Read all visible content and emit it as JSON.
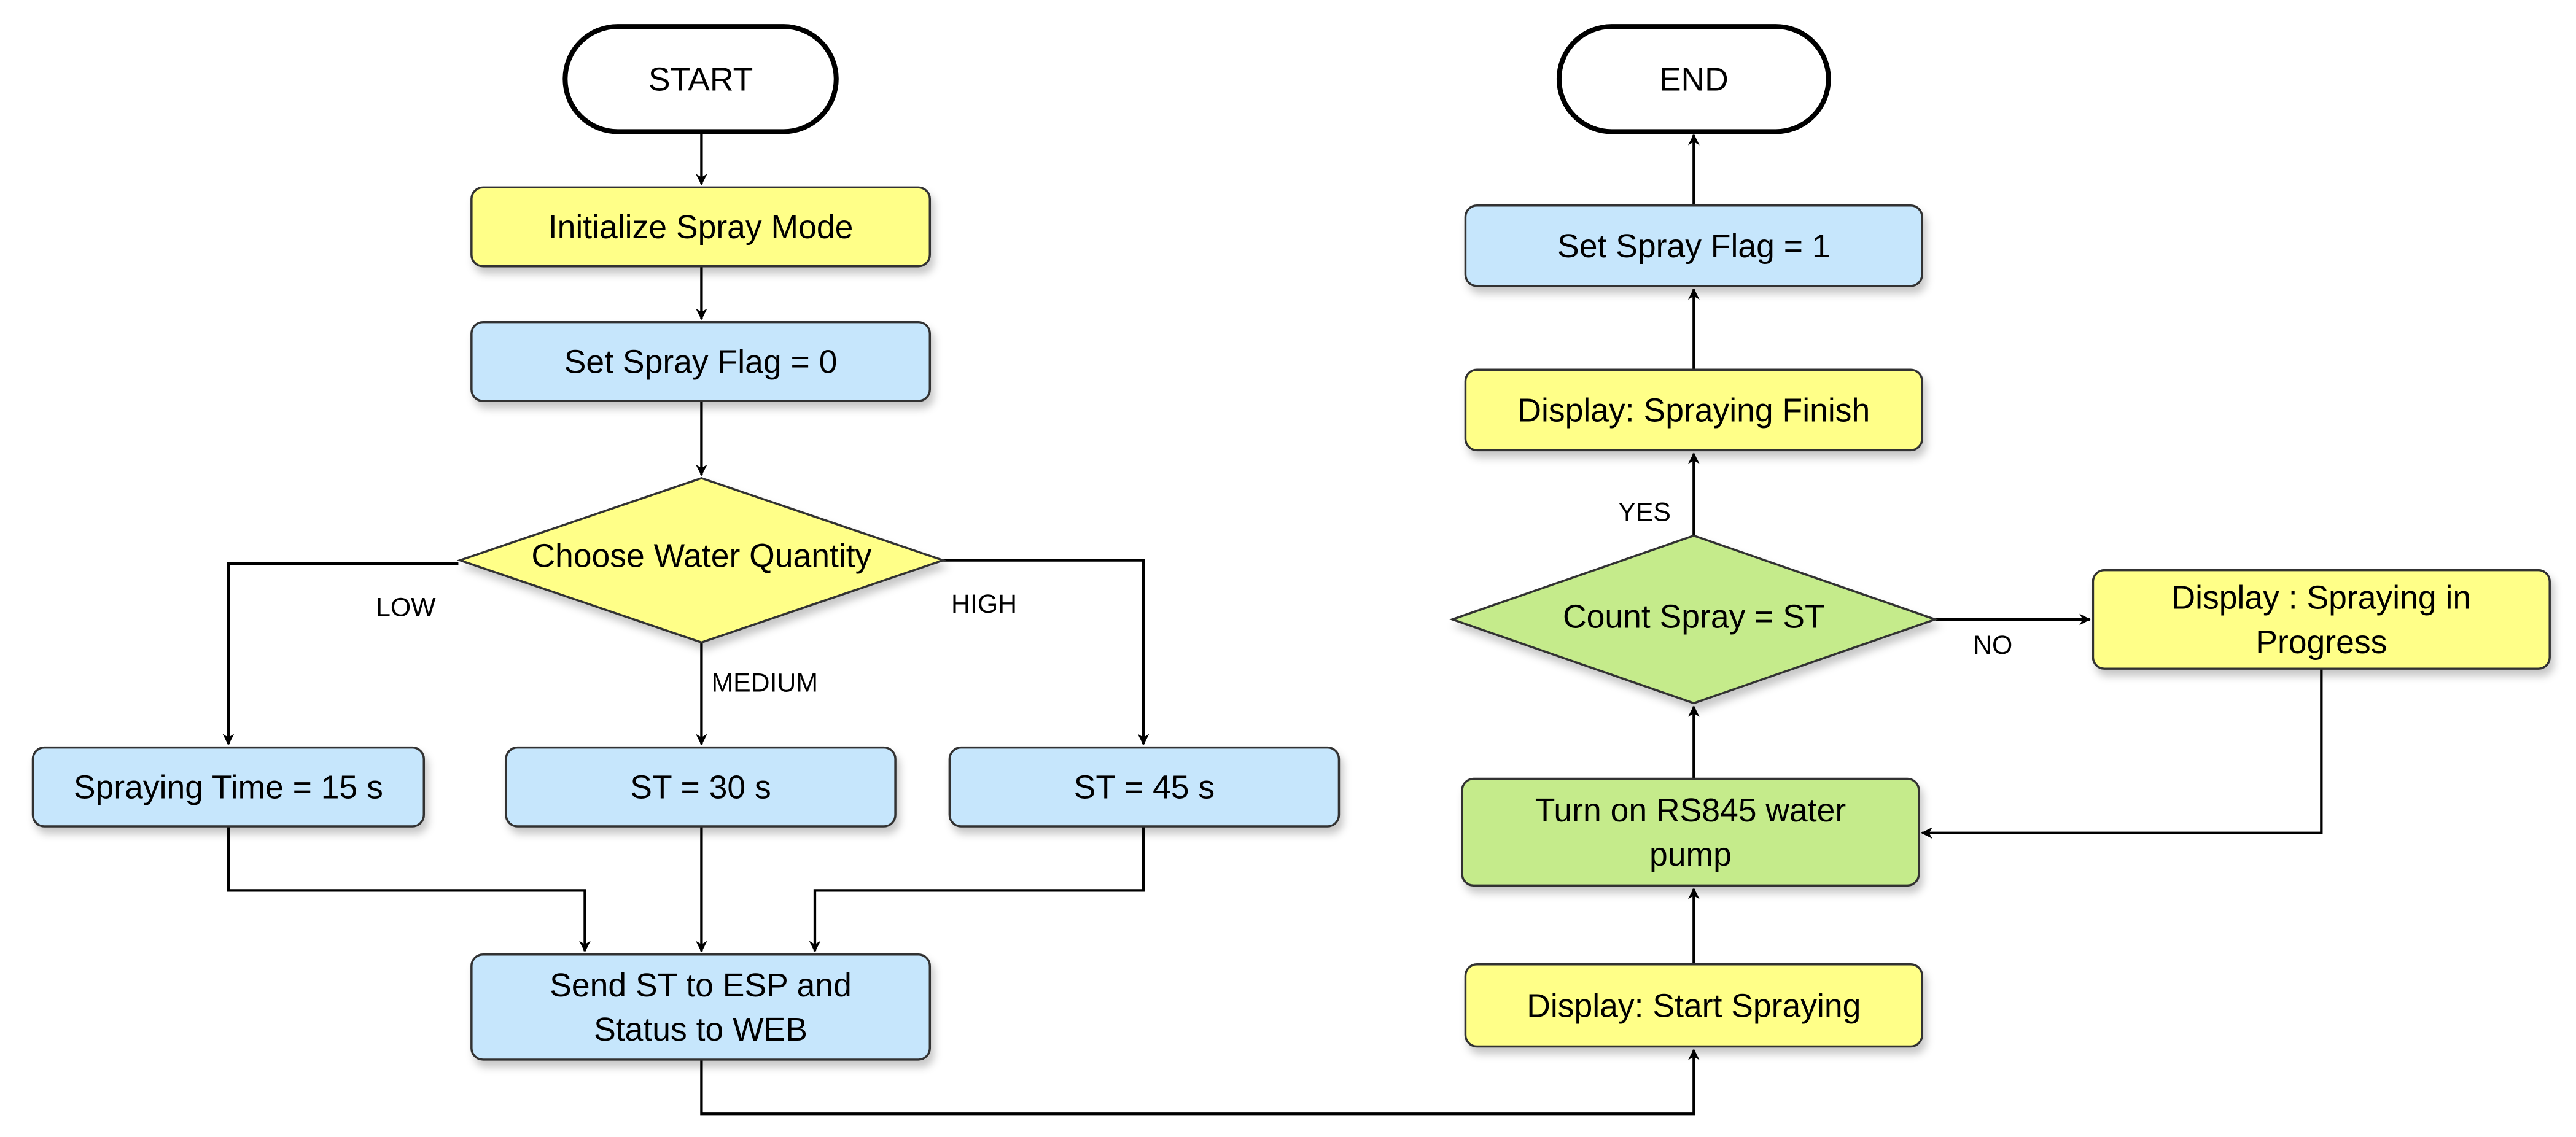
{
  "colors": {
    "yellow": "#FFFF88",
    "blue": "#C6E6FC",
    "green": "#C5EB8B",
    "terminal": "#FFFFFF",
    "line": "#000000"
  },
  "nodes": {
    "start": {
      "lines": [
        "START"
      ],
      "color": "terminal"
    },
    "init": {
      "lines": [
        "Initialize Spray Mode"
      ],
      "color": "yellow"
    },
    "flag0": {
      "lines": [
        "Set Spray Flag = 0"
      ],
      "color": "blue"
    },
    "choose": {
      "lines": [
        "Choose Water Quantity"
      ],
      "color": "yellow"
    },
    "low": {
      "lines": [
        "Spraying Time = 15 s"
      ],
      "color": "blue"
    },
    "medium": {
      "lines": [
        "ST = 30 s"
      ],
      "color": "blue"
    },
    "high": {
      "lines": [
        "ST = 45 s"
      ],
      "color": "blue"
    },
    "send": {
      "lines": [
        "Send ST to ESP and",
        "Status to WEB"
      ],
      "color": "blue"
    },
    "start_spraying": {
      "lines": [
        "Display: Start Spraying"
      ],
      "color": "yellow"
    },
    "pump": {
      "lines": [
        "Turn on RS845 water",
        "pump"
      ],
      "color": "green"
    },
    "count": {
      "lines": [
        "Count Spray = ST"
      ],
      "color": "green"
    },
    "progress": {
      "lines": [
        "Display : Spraying in",
        "Progress"
      ],
      "color": "yellow"
    },
    "finish": {
      "lines": [
        "Display: Spraying Finish"
      ],
      "color": "yellow"
    },
    "flag1": {
      "lines": [
        "Set Spray Flag = 1"
      ],
      "color": "blue"
    },
    "end": {
      "lines": [
        "END"
      ],
      "color": "terminal"
    }
  },
  "edge_labels": {
    "low": "LOW",
    "medium": "MEDIUM",
    "high": "HIGH",
    "yes": "YES",
    "no": "NO"
  },
  "edges": [
    {
      "from": "start",
      "to": "init"
    },
    {
      "from": "init",
      "to": "flag0"
    },
    {
      "from": "flag0",
      "to": "choose"
    },
    {
      "from": "choose",
      "to": "low",
      "label": "LOW"
    },
    {
      "from": "choose",
      "to": "medium",
      "label": "MEDIUM"
    },
    {
      "from": "choose",
      "to": "high",
      "label": "HIGH"
    },
    {
      "from": "low",
      "to": "send"
    },
    {
      "from": "medium",
      "to": "send"
    },
    {
      "from": "high",
      "to": "send"
    },
    {
      "from": "send",
      "to": "start_spraying"
    },
    {
      "from": "start_spraying",
      "to": "pump"
    },
    {
      "from": "pump",
      "to": "count"
    },
    {
      "from": "count",
      "to": "finish",
      "label": "YES"
    },
    {
      "from": "count",
      "to": "progress",
      "label": "NO"
    },
    {
      "from": "progress",
      "to": "pump"
    },
    {
      "from": "finish",
      "to": "flag1"
    },
    {
      "from": "flag1",
      "to": "end"
    }
  ]
}
